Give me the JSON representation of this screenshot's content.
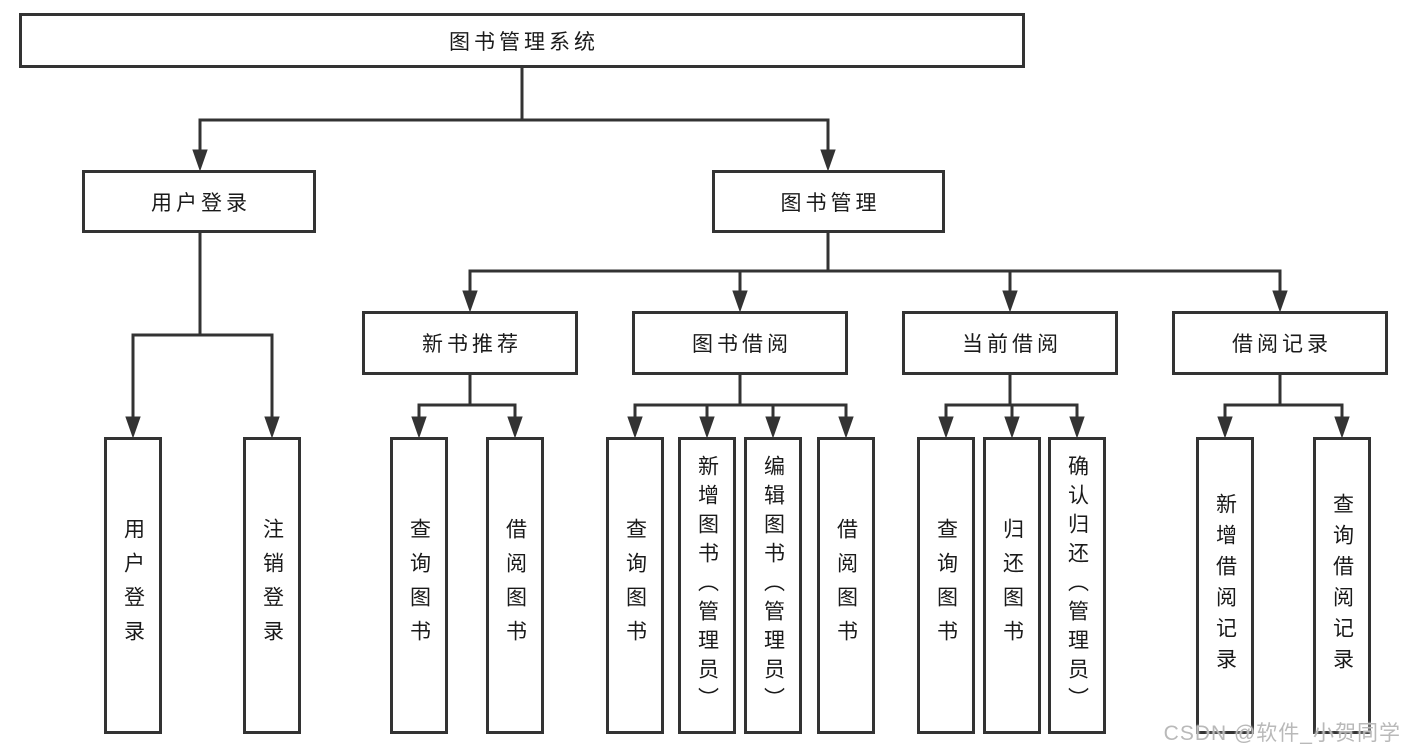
{
  "tree": {
    "label": "图书管理系统",
    "children": [
      {
        "label": "用户登录",
        "children": [
          {
            "label": "用户登录"
          },
          {
            "label": "注销登录"
          }
        ]
      },
      {
        "label": "图书管理",
        "children": [
          {
            "label": "新书推荐",
            "children": [
              {
                "label": "查询图书"
              },
              {
                "label": "借阅图书"
              }
            ]
          },
          {
            "label": "图书借阅",
            "children": [
              {
                "label": "查询图书"
              },
              {
                "label": "新增图书（管理员）"
              },
              {
                "label": "编辑图书（管理员）"
              },
              {
                "label": "借阅图书"
              }
            ]
          },
          {
            "label": "当前借阅",
            "children": [
              {
                "label": "查询图书"
              },
              {
                "label": "归还图书"
              },
              {
                "label": "确认归还（管理员）"
              }
            ]
          },
          {
            "label": "借阅记录",
            "children": [
              {
                "label": "新增借阅记录"
              },
              {
                "label": "查询借阅记录"
              }
            ]
          }
        ]
      }
    ]
  },
  "watermark": {
    "text": "CSDN @软件_小贺同学"
  },
  "colors": {
    "line": "#333333",
    "text": "#1a1a1a",
    "watermark": "#b9b9b9",
    "bg": "#ffffff"
  }
}
